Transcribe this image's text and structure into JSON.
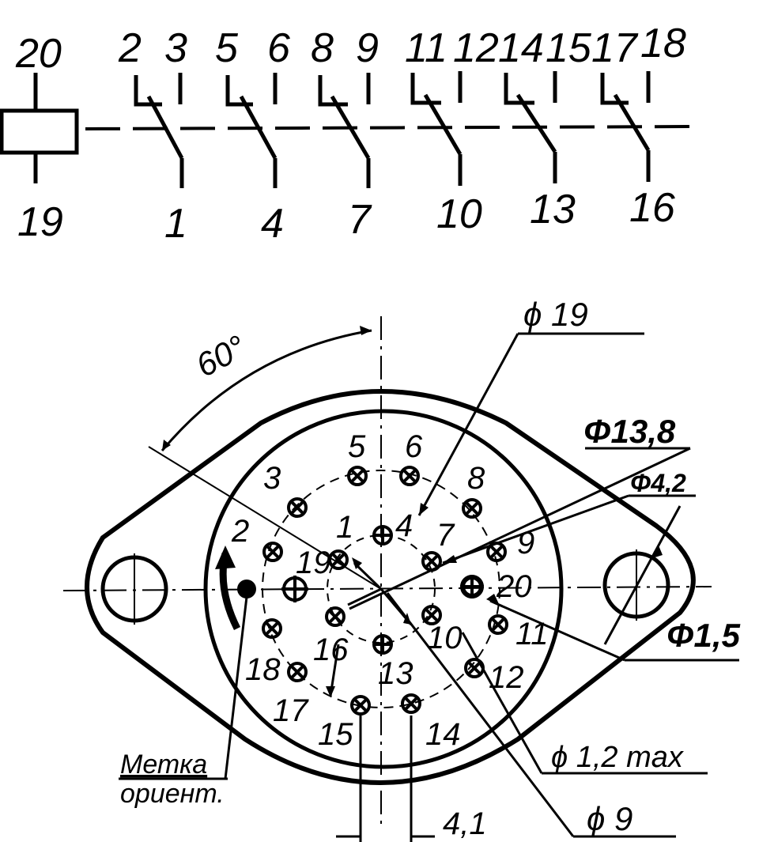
{
  "schematic": {
    "coil_top_terminal": "20",
    "coil_bottom_terminal": "19",
    "contact_groups": [
      {
        "top_left": "2",
        "top_right": "3",
        "bottom": "1"
      },
      {
        "top_left": "5",
        "top_right": "6",
        "bottom": "4"
      },
      {
        "top_left": "8",
        "top_right": "9",
        "bottom": "7"
      },
      {
        "top_left": "11",
        "top_right": "12",
        "bottom": "10"
      },
      {
        "top_left": "14",
        "top_right": "15",
        "bottom": "13"
      },
      {
        "top_left": "17",
        "top_right": "18",
        "bottom": "16"
      }
    ]
  },
  "base": {
    "angle_label": "60°",
    "dimensions": {
      "d19": "ϕ 19",
      "d13_8": "Φ13,8",
      "d4_2": "Φ4,2",
      "d1_5": "Φ1,5",
      "d1_2max": "ϕ 1,2 max",
      "d9": "ϕ 9",
      "spacing": "4,1"
    },
    "pins": [
      "1",
      "2",
      "3",
      "4",
      "5",
      "6",
      "7",
      "8",
      "9",
      "10",
      "11",
      "12",
      "13",
      "14",
      "15",
      "16",
      "17",
      "18",
      "19",
      "20"
    ],
    "orientation_mark_line1": "Метка",
    "orientation_mark_line2": "ориент."
  }
}
